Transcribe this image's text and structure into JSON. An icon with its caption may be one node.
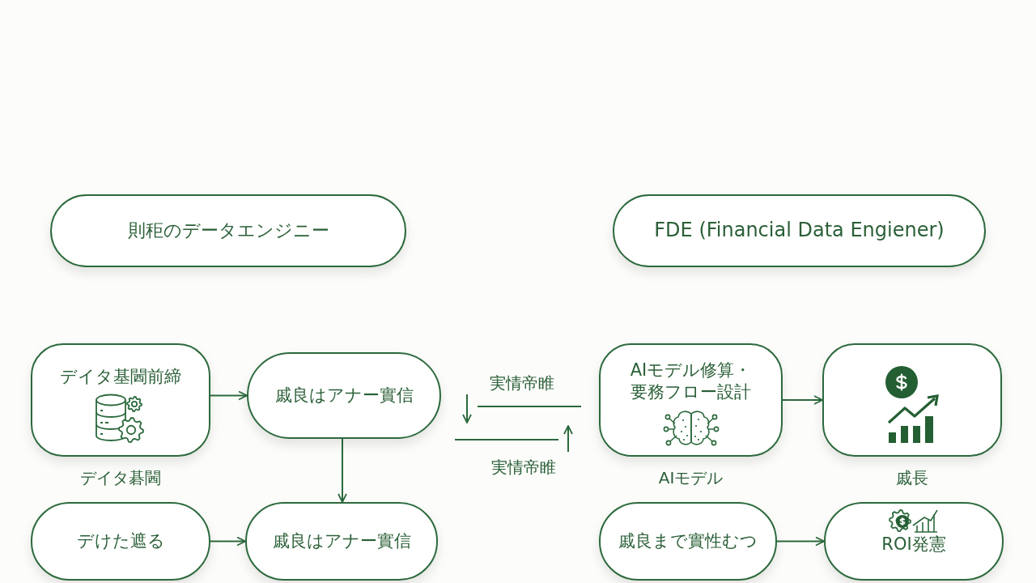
{
  "diagram": {
    "nodes": [
      {
        "text": [
          "則秬のデータエンジニー"
        ]
      },
      {
        "text": [
          "FDE (Financial Data Engiener)"
        ]
      },
      {
        "text": [
          "デイタ基閪前締"
        ],
        "beside": [
          "デイタ碁閪"
        ]
      },
      {
        "text": [
          "戚良はアナー實信"
        ]
      },
      {
        "text": [
          "デけた遮る"
        ]
      },
      {
        "text": [
          "戚良はアナー實信"
        ]
      },
      {
        "text": [
          "AIモデル修算・要務フロー設計"
        ],
        "beside": [
          "AIモデル"
        ]
      },
      {
        "text": [],
        "shape": "box",
        "beside": [
          "戚長"
        ]
      },
      {
        "text": [
          "戚良まで實性むつ"
        ]
      },
      {
        "text": [
          "ROI発憲"
        ]
      }
    ],
    "edges": [
      {
        "from": 2,
        "to": 3,
        "arrow": "to"
      },
      {
        "from": 3,
        "to": 5,
        "arrow": "to"
      },
      {
        "from": 4,
        "to": 5,
        "arrow": "to"
      },
      {
        "from": 6,
        "to": 7,
        "arrow": "to"
      },
      {
        "from": 8,
        "to": 9,
        "arrow": "to"
      }
    ],
    "labels": [
      "実情帝睢",
      "実情帝睢"
    ]
  }
}
